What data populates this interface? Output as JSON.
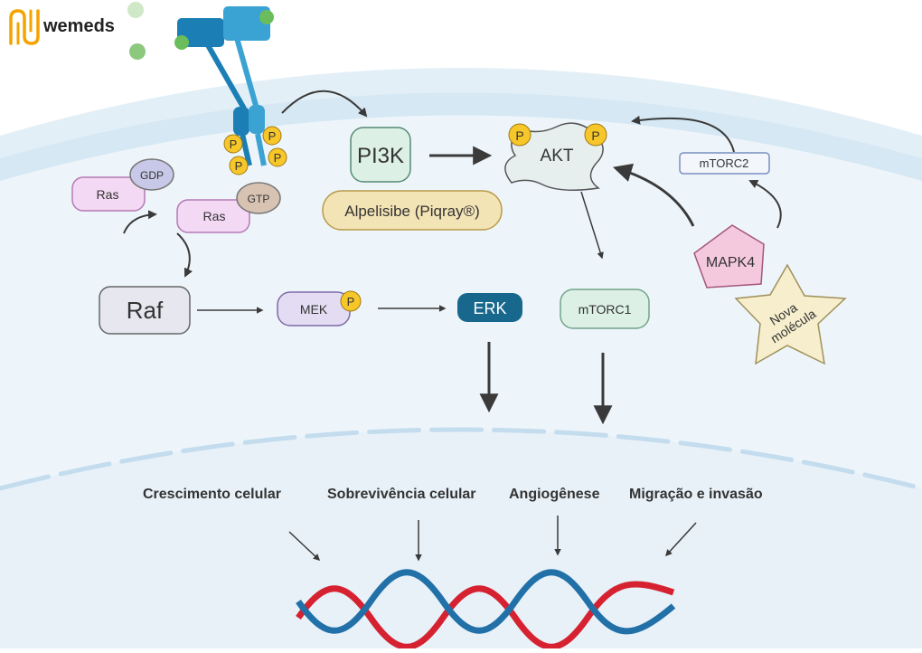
{
  "brand": {
    "name": "wemeds",
    "color": "#f5a300"
  },
  "nodes": {
    "ras_gdp": {
      "label": "Ras",
      "badge": "GDP"
    },
    "ras_gtp": {
      "label": "Ras",
      "badge": "GTP"
    },
    "raf": "Raf",
    "mek": "MEK",
    "erk": "ERK",
    "pi3k": "PI3K",
    "drug": "Alpelisibe (Piqray®)",
    "akt": "AKT",
    "mtorc1": "mTORC1",
    "mtorc2": "mTORC2",
    "mapk4": "MAPK4",
    "star_line1": "Nova",
    "star_line2": "molécula",
    "phospho": "P"
  },
  "outcomes": [
    "Crescimento celular",
    "Sobrevivência celular",
    "Angiogênese",
    "Migração e invasão"
  ],
  "colors": {
    "cytoplasm": "#eef5fa",
    "membrane": "#cfe4f2",
    "receptor": "#1b7fb5",
    "phospho": "#f7c72a",
    "ras": "#f3d9f3",
    "erk": "#17688c",
    "mtorc1": "#dcf0e6",
    "mapk4": "#f5c9dd",
    "star": "#f6eecc",
    "dna_red": "#d62230",
    "dna_blue": "#2170a8"
  }
}
